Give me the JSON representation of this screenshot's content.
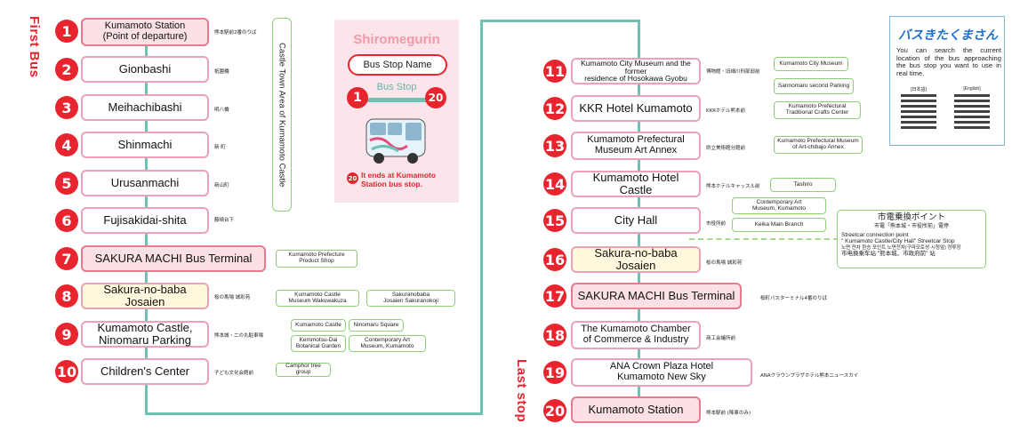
{
  "side_labels": {
    "first_bus": "First Bus",
    "last_stop": "Last stop"
  },
  "castle_area": "Castle Town Area of Kumamoto Castle",
  "legend": {
    "title": "Shiromegurin",
    "bus_stop_name": "Bus Stop Name",
    "bus_stop": "Bus Stop",
    "num_start": "1",
    "num_end": "20",
    "end_num": "20",
    "end_note": "It ends at Kumamoto Station bus stop."
  },
  "stops": [
    {
      "num": "1",
      "name": "Kumamoto Station\n(Point of departure)",
      "jp": "熊本駅前2番のりば"
    },
    {
      "num": "2",
      "name": "Gionbashi",
      "jp": "祇園橋"
    },
    {
      "num": "3",
      "name": "Meihachibashi",
      "jp": "明八橋"
    },
    {
      "num": "4",
      "name": "Shinmachi",
      "jp": "新 町"
    },
    {
      "num": "5",
      "name": "Urusanmachi",
      "jp": "新山町"
    },
    {
      "num": "6",
      "name": "Fujisakidai-shita",
      "jp": "藤崎台下"
    },
    {
      "num": "7",
      "name": "SAKURA MACHI Bus Terminal",
      "jp": ""
    },
    {
      "num": "8",
      "name": "Sakura-no-baba Josaien",
      "jp": "桜の馬場 城彩苑"
    },
    {
      "num": "9",
      "name": "Kumamoto Castle,\nNinomaru Parking",
      "jp": "熊本城・二の丸駐車場"
    },
    {
      "num": "10",
      "name": "Children's Center",
      "jp": "子ども文化会館前"
    },
    {
      "num": "11",
      "name": "Kumamoto City Museum and the former\nresidence of Hosokawa Gyobu",
      "jp": "博物館・旧細川刑部邸前"
    },
    {
      "num": "12",
      "name": "KKR Hotel Kumamoto",
      "jp": "KKRホテル熊本前"
    },
    {
      "num": "13",
      "name": "Kumamoto Prefectural\nMuseum Art Annex",
      "jp": "県立美術館分館前"
    },
    {
      "num": "14",
      "name": "Kumamoto Hotel Castle",
      "jp": "熊本ホテルキャッスル前"
    },
    {
      "num": "15",
      "name": "City Hall",
      "jp": "市役所前"
    },
    {
      "num": "16",
      "name": "Sakura-no-baba Josaien",
      "jp": "桜の馬場 城彩苑"
    },
    {
      "num": "17",
      "name": "SAKURA MACHI Bus Terminal",
      "jp": "桜町バスターミナル4番のりば"
    },
    {
      "num": "18",
      "name": "The Kumamoto Chamber\nof Commerce & Industry",
      "jp": "商工会議所前"
    },
    {
      "num": "19",
      "name": "ANA Crown Plaza Hotel\nKumamoto New Sky",
      "jp": "ANAクラウンプラザホテル熊本ニュースカイ"
    },
    {
      "num": "20",
      "name": "Kumamoto Station",
      "jp": "熊本駅前 (降車のみ)"
    }
  ],
  "landmarks": {
    "l7": "Kumamoto Prefecture\nProduct Shop",
    "l8a": "Kumamoto Castle\nMuseum Wakuwakuza",
    "l8b": "Sakuranobaba\nJosaien Sakuranokoji",
    "l9a": "Kumamoto Castle",
    "l9b": "Ninomaru Square",
    "l9c": "Kemmotsu-Dai\nBotanical Garden",
    "l9d": "Contemporary Art\nMuseum, Kumamoto",
    "l10": "Camphor tree group",
    "l11a": "Kumamoto City Museum",
    "l11b": "Sannomaru second Parking",
    "l12": "Kumamoto Prefectural\nTraditional Crafts Center",
    "l13": "Kumamoto Prefectural Museum\nof Art-chibajo Annex",
    "l14": "Tashiro",
    "l15a": "Contemporary Art\nMuseum, Kumamoto",
    "l15b": "Keika Main Branch"
  },
  "streetcar": {
    "title": "市電乗換ポイント",
    "jp_line": "市電「熊本城・市役所前」電停",
    "en_line1": "Streetcar connection point",
    "en_line2": "\" Kumamoto Castle/City Hall\" Streetcar Stop",
    "kr_line": "노면 전차 환승 포인트 노면전차(구마모토성·시청앞) 정류장",
    "cn_line": "市电换乘车站 \"熊本城、市政府前\" 站"
  },
  "app_box": {
    "logo": "バスきたくまさん",
    "text": "You can search the current location of the bus approaching the bus stop you want to use in real time.",
    "label_jp": "[日本語]",
    "label_en": "[English]"
  },
  "colors": {
    "accent": "#e8252f",
    "route": "#6cc2b3",
    "stop_border": "#e9a3b4",
    "landmark_border": "#8ed07a",
    "legend_bg": "#fbe5ea"
  }
}
